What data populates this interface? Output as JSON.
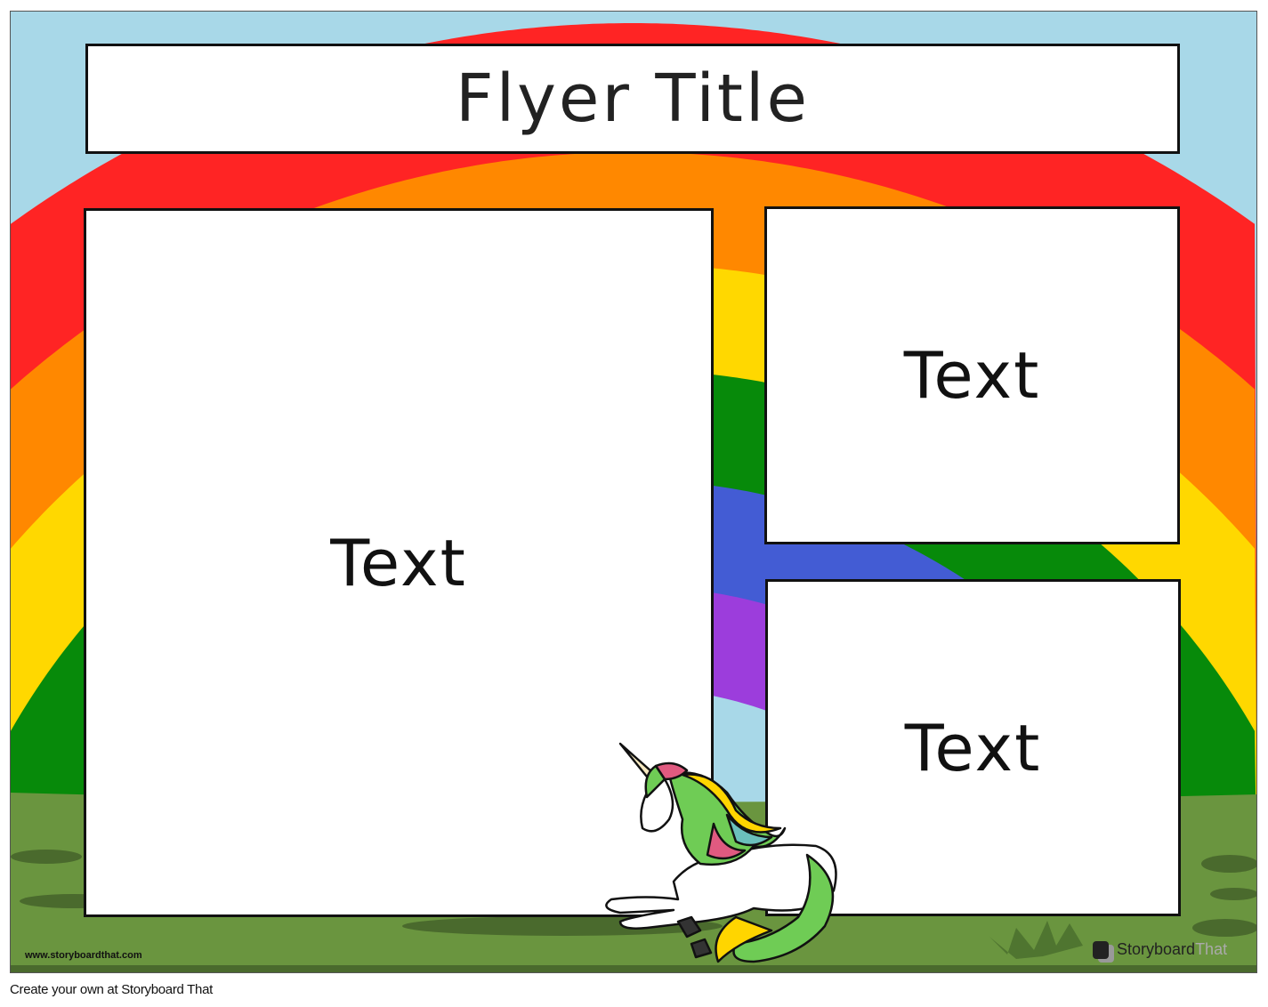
{
  "flyer": {
    "title": "Flyer Title",
    "text_boxes": [
      "Text",
      "Text",
      "Text"
    ]
  },
  "watermark": {
    "url": "www.storyboardthat.com",
    "brand_part1": "Storyboard",
    "brand_part2": "That"
  },
  "footer": "Create your own at Storyboard That",
  "colors": {
    "sky": "#a8d8e8",
    "red": "#ff2424",
    "orange": "#ff8800",
    "yellow": "#ffd800",
    "green": "#078a0a",
    "blue": "#435cd4",
    "purple": "#9c3ddc",
    "grass": "#6a953f",
    "grass_dark": "#4a6a2d"
  }
}
